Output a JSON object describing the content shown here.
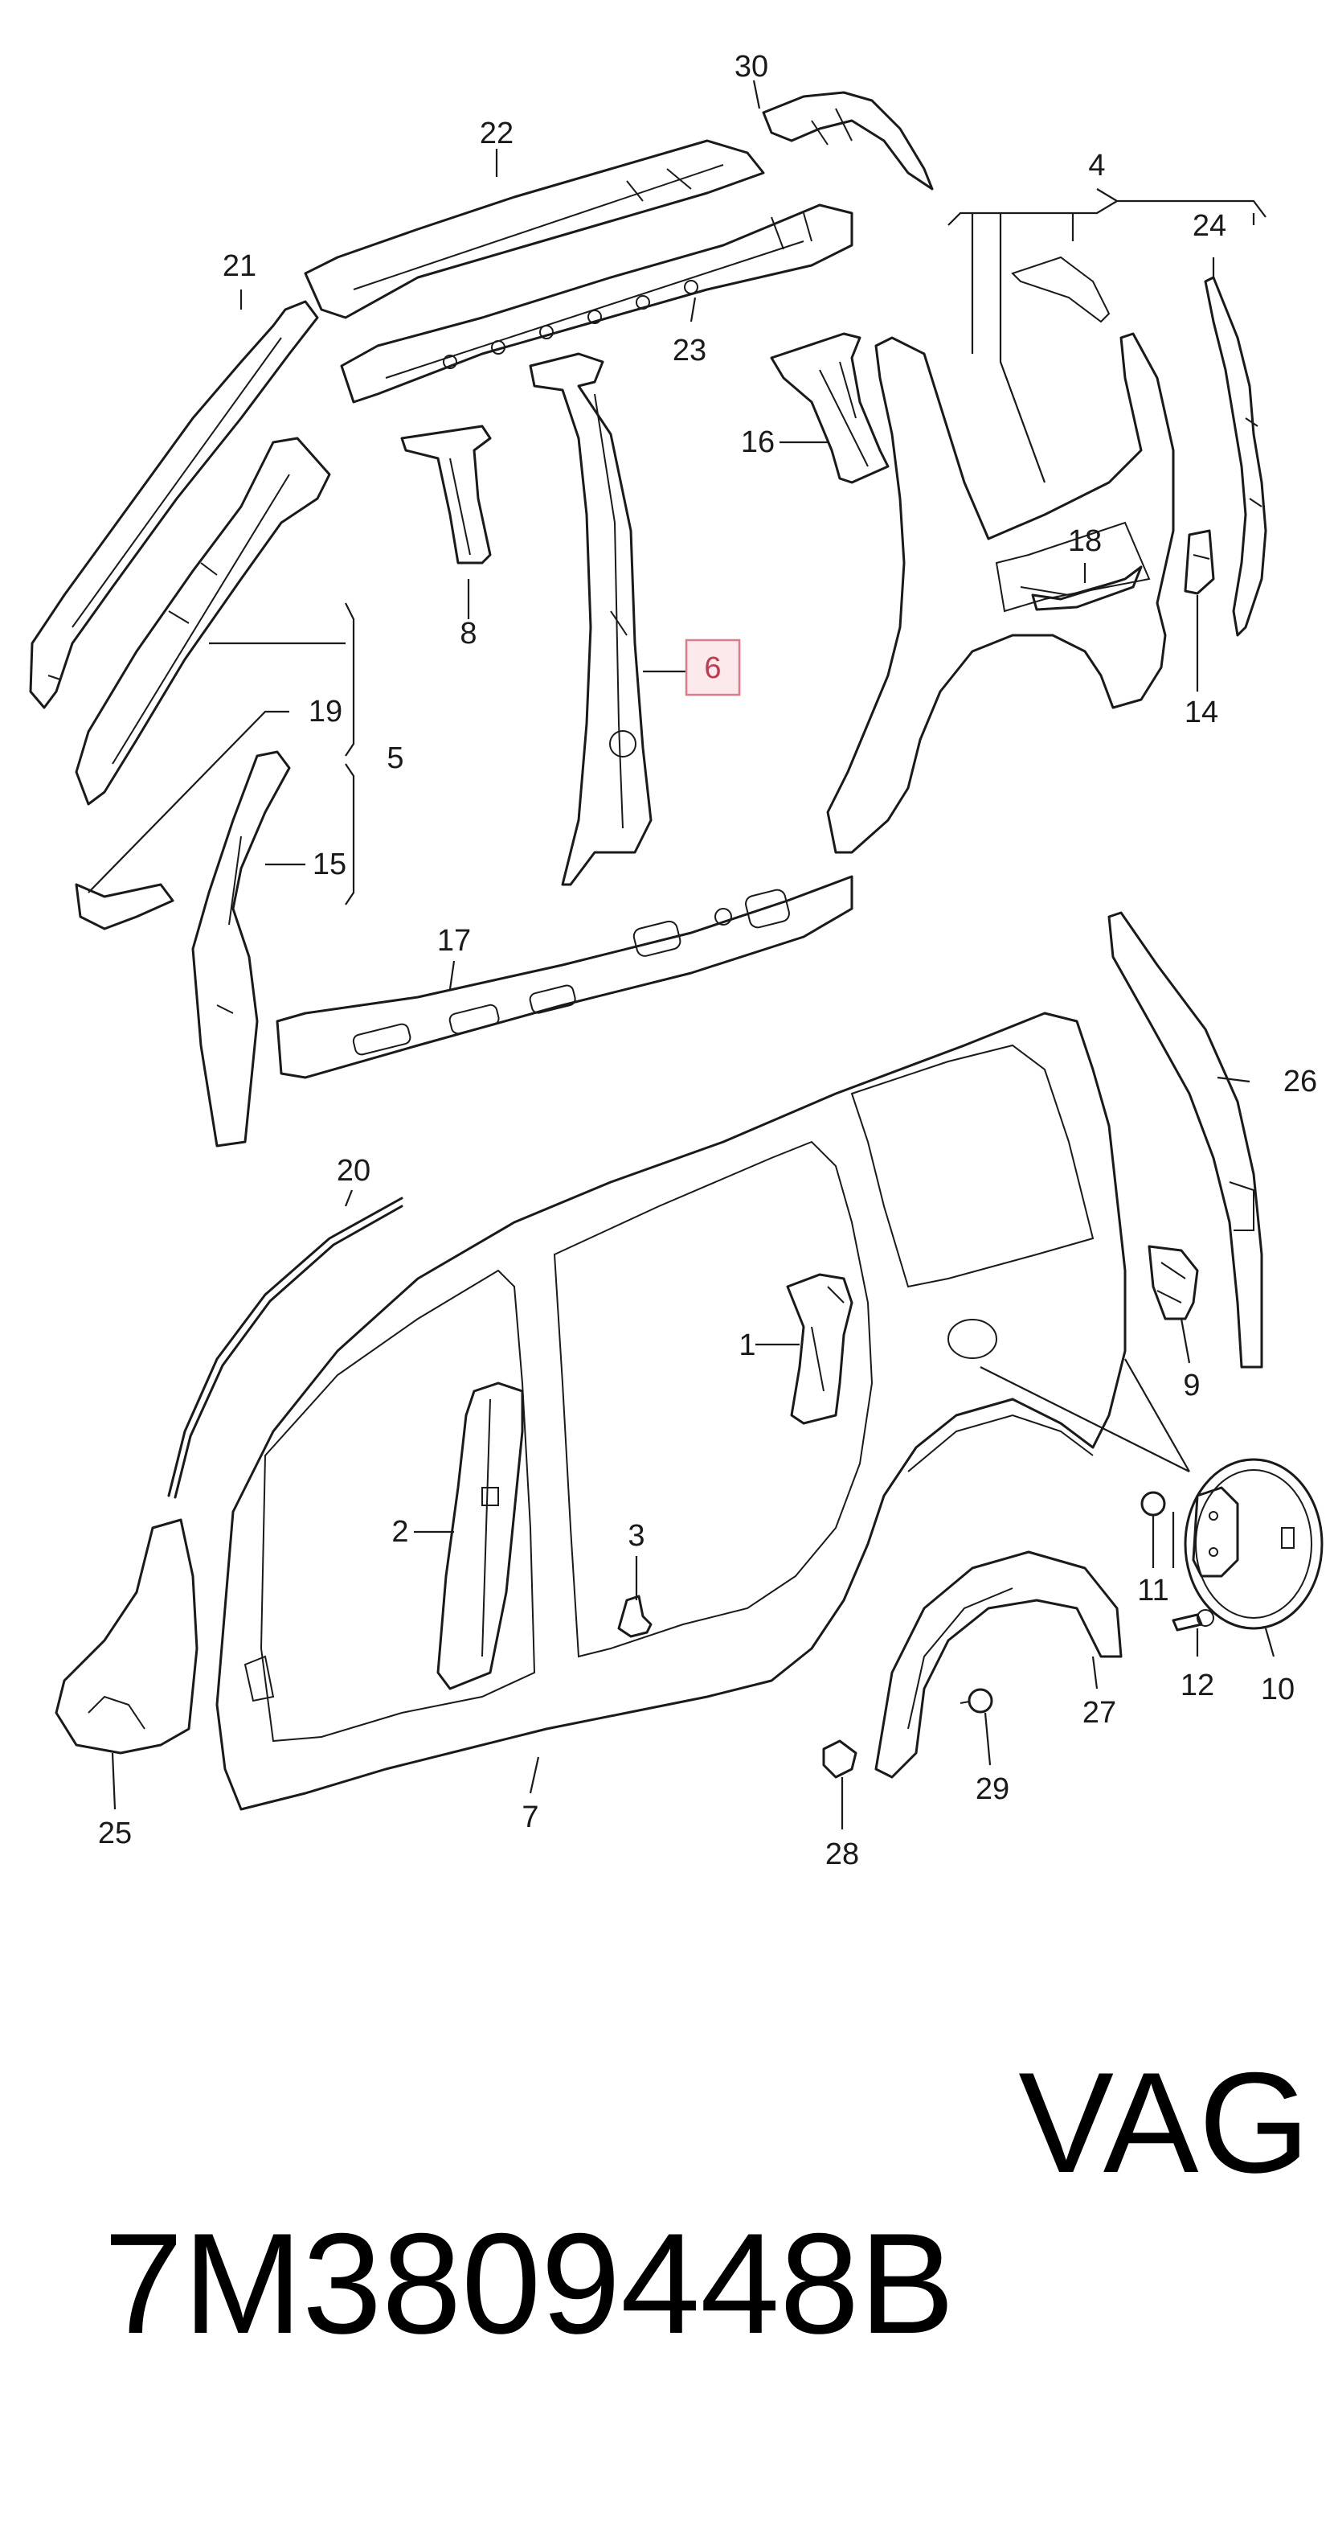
{
  "diagram": {
    "labels": [
      "30",
      "22",
      "4",
      "24",
      "21",
      "23",
      "16",
      "8",
      "18",
      "6",
      "14",
      "19",
      "5",
      "15",
      "17",
      "26",
      "20",
      "1",
      "9",
      "2",
      "3",
      "11",
      "10",
      "12",
      "27",
      "25",
      "7",
      "29",
      "28"
    ],
    "highlighted": "6"
  },
  "footer": {
    "part_number": "7M3809448B",
    "brand": "VAG"
  }
}
